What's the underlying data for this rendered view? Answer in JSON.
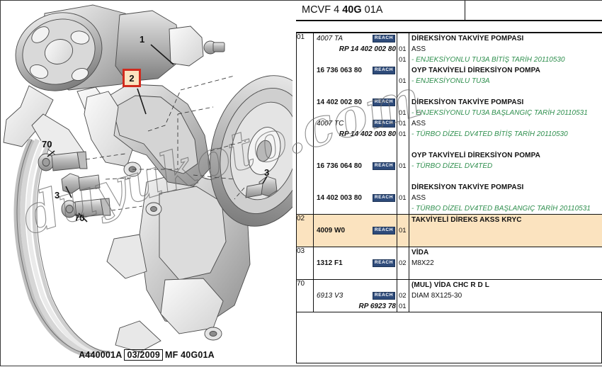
{
  "header": {
    "code_prefix": "MCVF 4 ",
    "code_bold": "40G",
    "code_suffix": " 01A"
  },
  "illustration": {
    "callouts": [
      {
        "label": "1",
        "highlighted": false
      },
      {
        "label": "2",
        "highlighted": true
      },
      {
        "label": "70",
        "highlighted": false
      },
      {
        "label": "3",
        "highlighted": false
      },
      {
        "label": "70",
        "highlighted": false
      },
      {
        "label": "3",
        "highlighted": false
      }
    ],
    "caption": {
      "drawing_no": "A440001A",
      "date": "03/2009",
      "sheet": "MF 40G01A"
    },
    "watermark": "duyukoto.com"
  },
  "colors": {
    "reach_badge_bg": "#2e4b7a",
    "reach_badge_text": "#ffffff",
    "highlight_row": "#fbe3bf",
    "callout_border": "#d02b1e",
    "note_text": "#2f8f4e",
    "rule": "#111111"
  },
  "table": {
    "reach_label": "REACH",
    "rows": [
      {
        "index": "01",
        "highlighted": false,
        "refs": [
          {
            "text": "4007 TA",
            "style": "ital",
            "align": "left",
            "reach": true
          },
          {
            "text": "RP 14 402 002 80",
            "style": "rp",
            "align": "right",
            "reach": false
          },
          {
            "text": "",
            "style": "",
            "align": "left",
            "reach": false
          },
          {
            "text": "16 736 063 80",
            "style": "bold",
            "align": "left",
            "reach": true
          },
          {
            "text": "",
            "style": "",
            "align": "left",
            "reach": false
          },
          {
            "text": "",
            "style": "",
            "align": "left",
            "reach": false
          },
          {
            "text": "14 402 002 80",
            "style": "bold",
            "align": "left",
            "reach": true
          },
          {
            "text": "",
            "style": "",
            "align": "left",
            "reach": false
          },
          {
            "text": "4007 TC",
            "style": "ital",
            "align": "left",
            "reach": true
          },
          {
            "text": "RP 14 402 003 80",
            "style": "rp",
            "align": "right",
            "reach": false
          },
          {
            "text": "",
            "style": "",
            "align": "left",
            "reach": false
          },
          {
            "text": "",
            "style": "",
            "align": "left",
            "reach": false
          },
          {
            "text": "16 736 064 80",
            "style": "bold",
            "align": "left",
            "reach": true
          },
          {
            "text": "",
            "style": "",
            "align": "left",
            "reach": false
          },
          {
            "text": "",
            "style": "",
            "align": "left",
            "reach": false
          },
          {
            "text": "14 402 003 80",
            "style": "bold",
            "align": "left",
            "reach": true
          },
          {
            "text": "",
            "style": "",
            "align": "left",
            "reach": false
          }
        ],
        "qtys": [
          "",
          "01",
          "01",
          "",
          "01",
          "",
          "",
          "01",
          "01",
          "01",
          "",
          "",
          "01",
          "",
          "",
          "01",
          ""
        ],
        "desc": [
          {
            "text": "DİREKSİYON TAKVİYE POMPASI",
            "kind": "cap"
          },
          {
            "text": "ASS",
            "kind": "plain"
          },
          {
            "text": "- ENJEKSİYONLU TU3A BİTİŞ TARİH 20110530",
            "kind": "note"
          },
          {
            "text": "OYP TAKVİYELİ DİREKSİYON POMPA",
            "kind": "cap"
          },
          {
            "text": "- ENJEKSİYONLU TU3A",
            "kind": "note"
          },
          {
            "text": "",
            "kind": "plain"
          },
          {
            "text": "DİREKSİYON TAKVİYE POMPASI",
            "kind": "cap"
          },
          {
            "text": "- ENJEKSİYONLU TU3A BAŞLANGIÇ TARİH 20110531",
            "kind": "note"
          },
          {
            "text": "ASS",
            "kind": "plain"
          },
          {
            "text": "- TÜRBO DİZEL DV4TED BİTİŞ TARİH 20110530",
            "kind": "note"
          },
          {
            "text": "",
            "kind": "plain"
          },
          {
            "text": "OYP TAKVİYELİ DİREKSİYON POMPA",
            "kind": "cap"
          },
          {
            "text": "- TÜRBO DİZEL DV4TED",
            "kind": "note"
          },
          {
            "text": "",
            "kind": "plain"
          },
          {
            "text": "DİREKSİYON TAKVİYE POMPASI",
            "kind": "cap"
          },
          {
            "text": "ASS",
            "kind": "plain"
          },
          {
            "text": "- TÜRBO DİZEL DV4TED BAŞLANGIÇ TARİH 20110531",
            "kind": "note"
          }
        ]
      },
      {
        "index": "02",
        "highlighted": true,
        "refs": [
          {
            "text": "",
            "style": "",
            "align": "left",
            "reach": false
          },
          {
            "text": "4009 W0",
            "style": "bold",
            "align": "left",
            "reach": true
          },
          {
            "text": "",
            "style": "",
            "align": "left",
            "reach": false
          }
        ],
        "qtys": [
          "",
          "01",
          ""
        ],
        "desc": [
          {
            "text": "TAKVİYELİ DİREKS AKSS KRYC",
            "kind": "cap"
          },
          {
            "text": "",
            "kind": "plain"
          },
          {
            "text": "",
            "kind": "plain"
          }
        ]
      },
      {
        "index": "03",
        "highlighted": false,
        "refs": [
          {
            "text": "",
            "style": "",
            "align": "left",
            "reach": false
          },
          {
            "text": "1312 F1",
            "style": "bold",
            "align": "left",
            "reach": true
          },
          {
            "text": "",
            "style": "",
            "align": "left",
            "reach": false
          }
        ],
        "qtys": [
          "",
          "02",
          ""
        ],
        "desc": [
          {
            "text": "VİDA",
            "kind": "cap"
          },
          {
            "text": "M8X22",
            "kind": "plain"
          },
          {
            "text": "",
            "kind": "plain"
          }
        ]
      },
      {
        "index": "70",
        "highlighted": false,
        "refs": [
          {
            "text": "",
            "style": "",
            "align": "left",
            "reach": false
          },
          {
            "text": "6913 V3",
            "style": "ital",
            "align": "left",
            "reach": true
          },
          {
            "text": "RP 6923 78",
            "style": "rp",
            "align": "right",
            "reach": false
          }
        ],
        "qtys": [
          "",
          "02",
          "01"
        ],
        "desc": [
          {
            "text": "(MUL) VİDA CHC R D L",
            "kind": "cap"
          },
          {
            "text": "DIAM 8X125-30",
            "kind": "plain"
          },
          {
            "text": "",
            "kind": "plain"
          }
        ]
      }
    ]
  }
}
